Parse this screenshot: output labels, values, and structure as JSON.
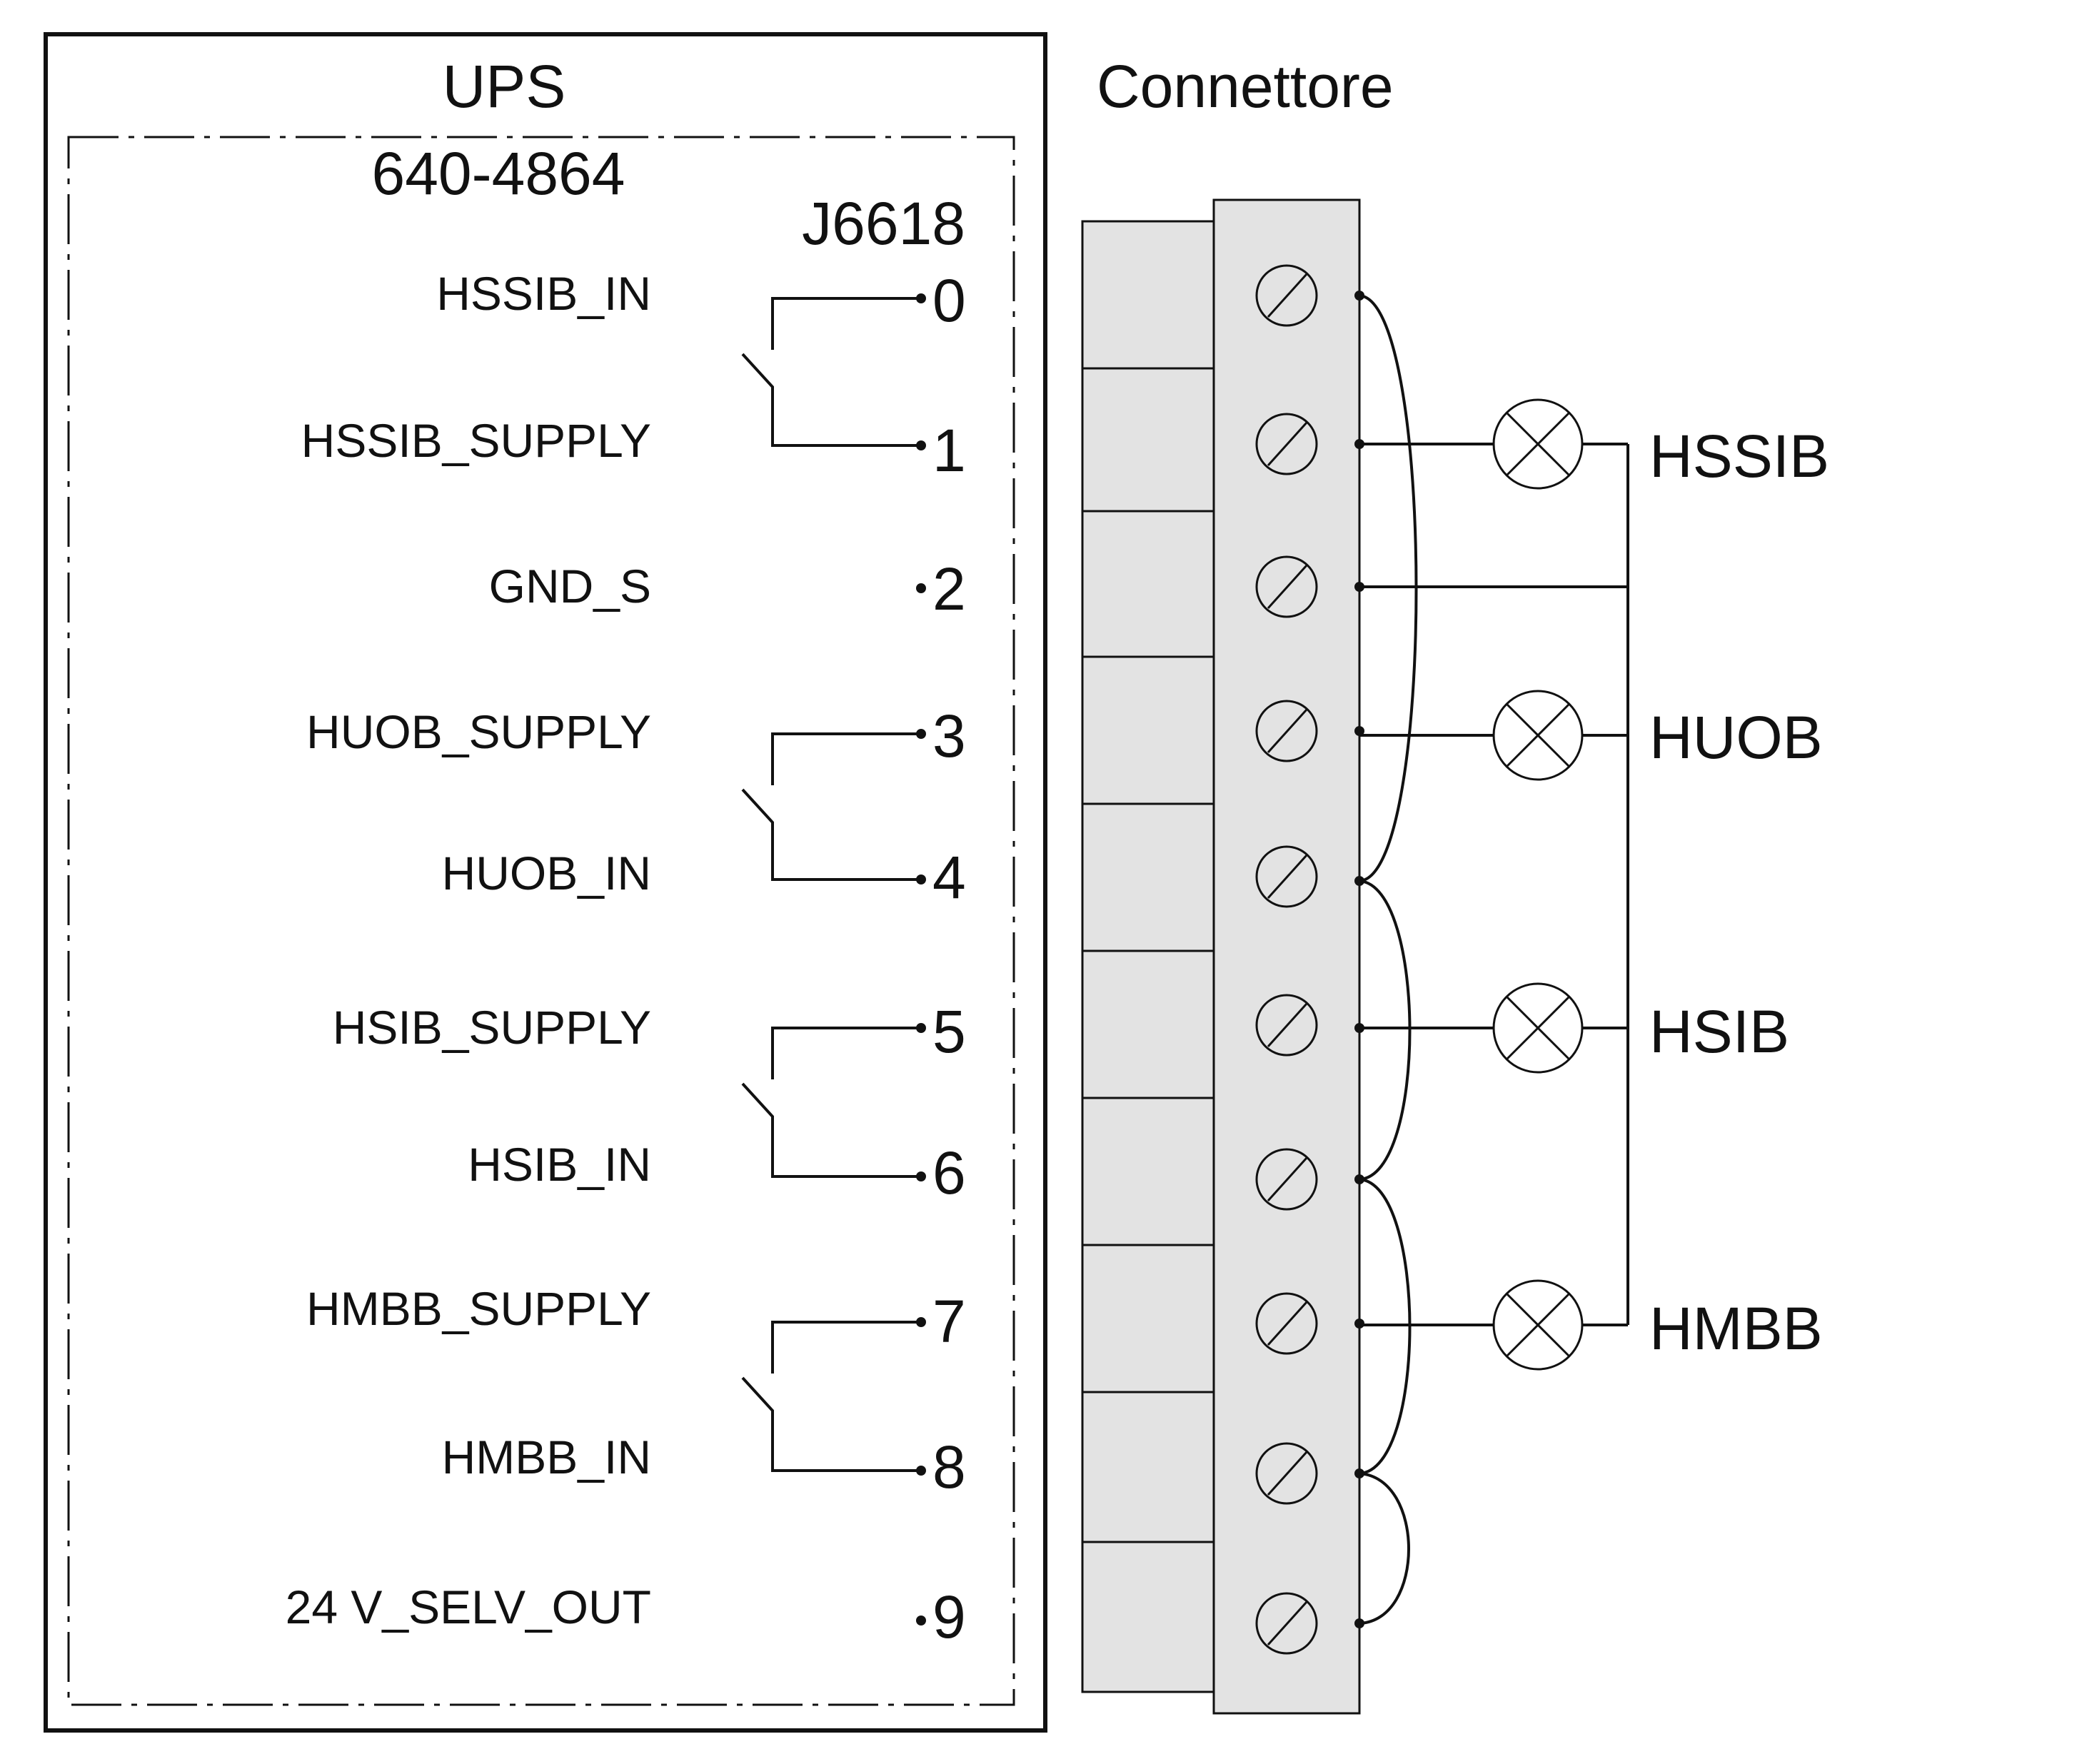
{
  "ups": {
    "title": "UPS",
    "board": "640-4864",
    "connector_id": "J6618"
  },
  "connector": {
    "title": "Connettore"
  },
  "pins": [
    {
      "num": "0",
      "signal": "HSSIB_IN"
    },
    {
      "num": "1",
      "signal": "HSSIB_SUPPLY"
    },
    {
      "num": "2",
      "signal": "GND_S"
    },
    {
      "num": "3",
      "signal": "HUOB_SUPPLY"
    },
    {
      "num": "4",
      "signal": "HUOB_IN"
    },
    {
      "num": "5",
      "signal": "HSIB_SUPPLY"
    },
    {
      "num": "6",
      "signal": "HSIB_IN"
    },
    {
      "num": "7",
      "signal": "HMBB_SUPPLY"
    },
    {
      "num": "8",
      "signal": "HMBB_IN"
    },
    {
      "num": "9",
      "signal": "24 V_SELV_OUT"
    }
  ],
  "lamps": [
    {
      "label": "HSSIB",
      "icon": "lamp-icon"
    },
    {
      "label": "HUOB",
      "icon": "lamp-icon"
    },
    {
      "label": "HSIB",
      "icon": "lamp-icon"
    },
    {
      "label": "HMBB",
      "icon": "lamp-icon"
    }
  ]
}
